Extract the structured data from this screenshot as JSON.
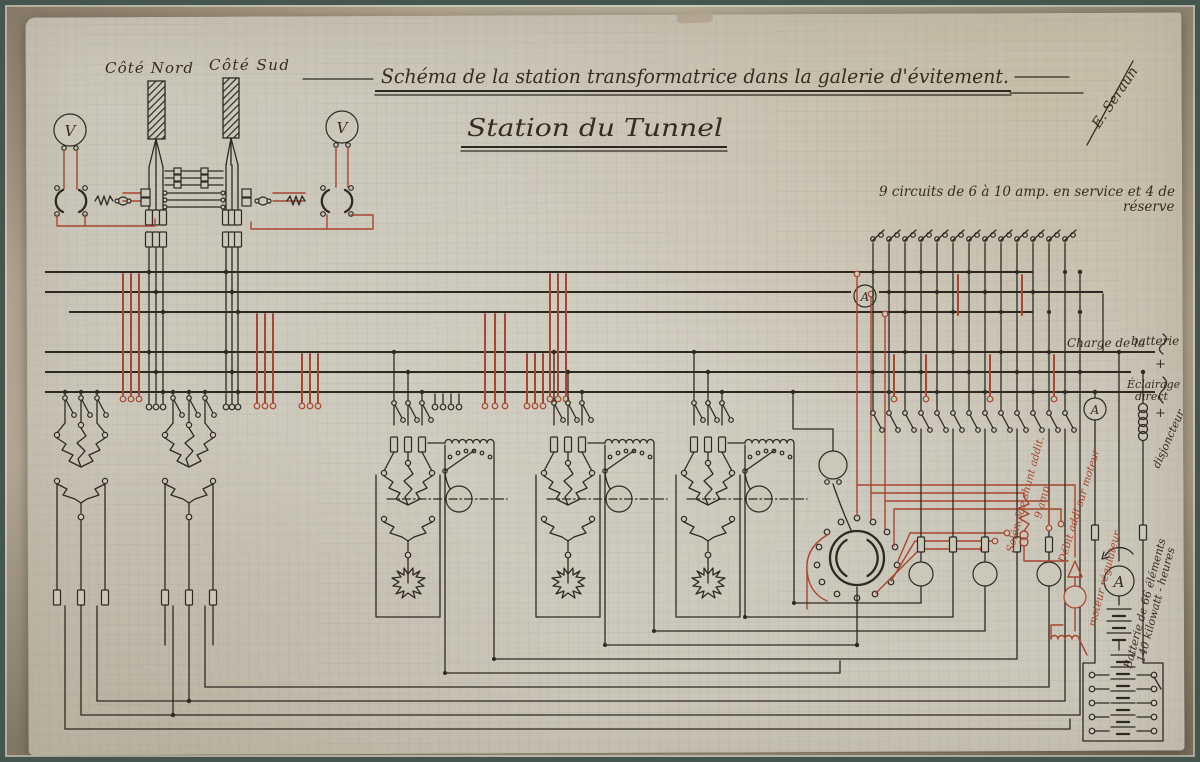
{
  "theme": {
    "frame": "#44564e",
    "mat": "#b0a28c",
    "paper": "#cbc7b9",
    "ink": "#2e2a22",
    "red": "#a6462e",
    "text-ink": "#372c1f"
  },
  "header": {
    "title": "Schéma de la station transformatrice dans la galerie d'évitement.",
    "subtitle": "Station du Tunnel",
    "signature": "E. Seraun"
  },
  "labels": {
    "cote_nord": "Côté Nord",
    "cote_sud": "Côté Sud",
    "circuits_note": "9 circuits de 6 à 10 amp. en service et 4 de",
    "circuits_note_2": "réserve",
    "charge_1": "Charge de la",
    "charge_2": "batterie",
    "charge_plus": "+",
    "eclairage_1": "Éclairage",
    "eclairage_2": "direct",
    "eclairage_plus": "+",
    "disjoncteur": "disjoncteur",
    "solenoide": "Solénoïde shunt addit.",
    "neuf_amp": "9 amp.",
    "debit": "Débit addl sur moteur",
    "moteur_regulateur": "moteur régulateur",
    "batterie_1": "Batterie de 66 éléments",
    "batterie_2": "140 kilowatt - heures"
  },
  "meters": {
    "voltmeter": "V",
    "ammeter": "A"
  }
}
